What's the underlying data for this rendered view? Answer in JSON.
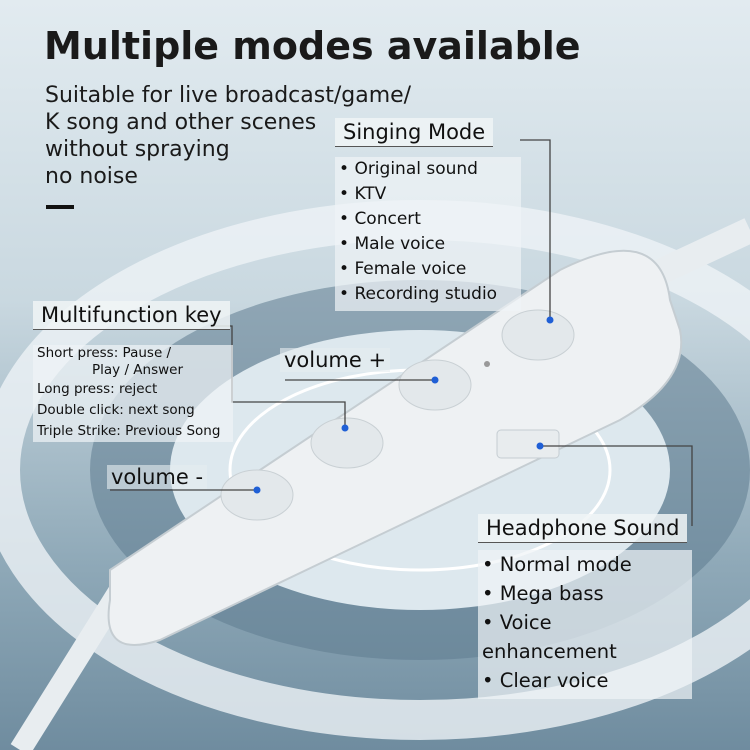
{
  "title": "Multiple modes available",
  "subtitle": [
    "Suitable for live broadcast/game/",
    "K song and other scenes",
    "without spraying",
    "no noise"
  ],
  "singing": {
    "title": "Singing Mode",
    "items": [
      "Original sound",
      "KTV",
      "Concert",
      "Male voice",
      "Female voice",
      "Recording studio"
    ]
  },
  "multi": {
    "title": "Multifunction key",
    "items": [
      "Short press: Pause /",
      "Play / Answer",
      "Long press: reject",
      "Double click:  next song",
      "Triple Strike:  Previous Song"
    ]
  },
  "vol_plus": "volume +",
  "vol_minus": "volume -",
  "sound": {
    "title": "Headphone Sound",
    "items": [
      "Normal mode",
      "Mega bass",
      "Voice  enhancement",
      "Clear voice"
    ]
  }
}
